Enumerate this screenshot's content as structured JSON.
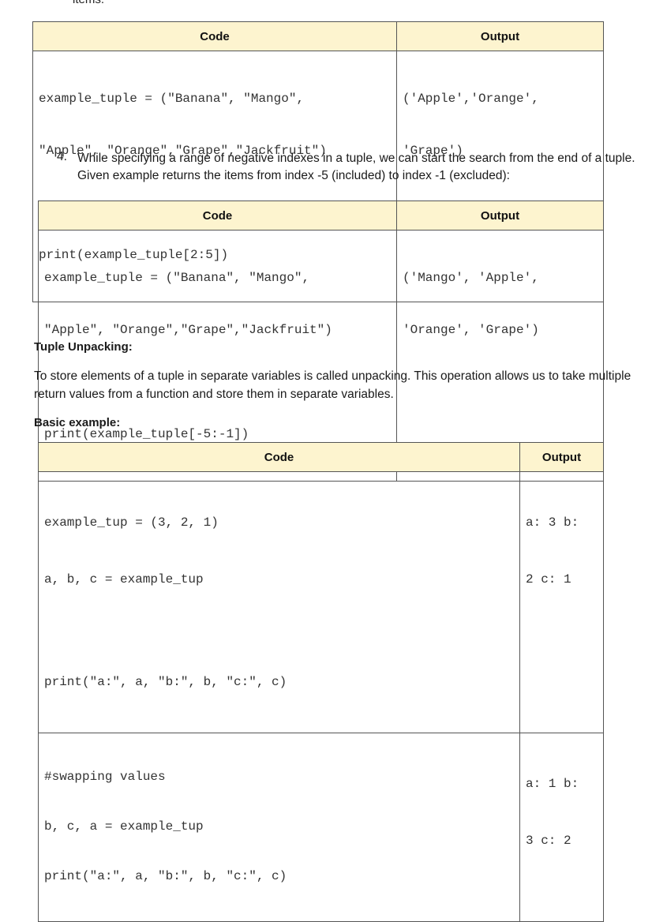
{
  "top_clip": "items.",
  "table1": {
    "code_header": "Code",
    "output_header": "Output",
    "code_lines": [
      "example_tuple = (\"Banana\", \"Mango\",",
      "\"Apple\", \"Orange\",\"Grape\",\"Jackfruit\")",
      "",
      "print(example_tuple[2:5])"
    ],
    "output_lines": [
      "('Apple','Orange',",
      "'Grape')"
    ]
  },
  "item4": {
    "number": "4.",
    "text": "While specifying a range of negative indexes in a tuple, we can start the search from the end of a tuple. Given example returns the items from index -5 (included) to index -1 (excluded):"
  },
  "table2": {
    "code_header": "Code",
    "output_header": "Output",
    "code_lines": [
      "example_tuple = (\"Banana\", \"Mango\",",
      "\"Apple\", \"Orange\",\"Grape\",\"Jackfruit\")",
      "",
      "print(example_tuple[-5:-1])"
    ],
    "output_lines": [
      "('Mango', 'Apple',",
      "'Orange', 'Grape')"
    ]
  },
  "unpacking": {
    "heading": "Tuple Unpacking:",
    "paragraph": "To store elements of a tuple in separate variables is called unpacking. This operation allows us to take multiple return values from a function and store them in separate variables.",
    "basic_heading": "Basic example:"
  },
  "table3": {
    "code_header": "Code",
    "output_header": "Output",
    "row1_code": [
      "example_tup = (3, 2, 1)",
      "a, b, c = example_tup",
      "",
      "print(\"a:\", a, \"b:\", b, \"c:\", c)"
    ],
    "row1_output": [
      "a: 3 b:",
      "2 c: 1"
    ],
    "row2_code": [
      "#swapping values",
      "b, c, a = example_tup",
      "print(\"a:\", a, \"b:\", b, \"c:\", c)"
    ],
    "row2_output": [
      "a: 1 b:",
      "3 c: 2"
    ]
  }
}
